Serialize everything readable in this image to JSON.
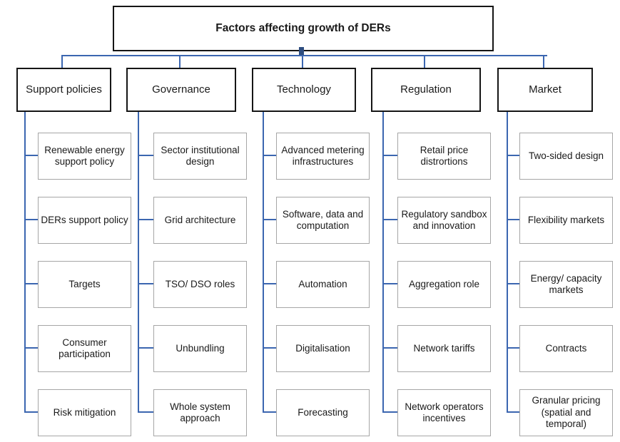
{
  "title": "Factors affecting growth of DERs",
  "colors": {
    "connector_blue": "#3b66b0",
    "connector_dark_blue": "#2e4d80",
    "item_border_gray": "#a6a6a6",
    "header_border_black": "#151515"
  },
  "columns": [
    {
      "header": "Support policies",
      "items": [
        "Renewable energy support policy",
        "DERs support policy",
        "Targets",
        "Consumer participation",
        "Risk mitigation"
      ]
    },
    {
      "header": "Governance",
      "items": [
        "Sector institutional design",
        "Grid architecture",
        "TSO/ DSO roles",
        "Unbundling",
        "Whole system approach"
      ]
    },
    {
      "header": "Technology",
      "items": [
        "Advanced metering infrastructures",
        "Software, data and computation",
        "Automation",
        "Digitalisation",
        "Forecasting"
      ]
    },
    {
      "header": "Regulation",
      "items": [
        "Retail price distrortions",
        "Regulatory sandbox and innovation",
        "Aggregation role",
        "Network tariffs",
        "Network operators incentives"
      ]
    },
    {
      "header": "Market",
      "items": [
        "Two-sided design",
        "Flexibility markets",
        "Energy/ capacity markets",
        "Contracts",
        "Granular pricing (spatial and temporal)"
      ]
    }
  ]
}
